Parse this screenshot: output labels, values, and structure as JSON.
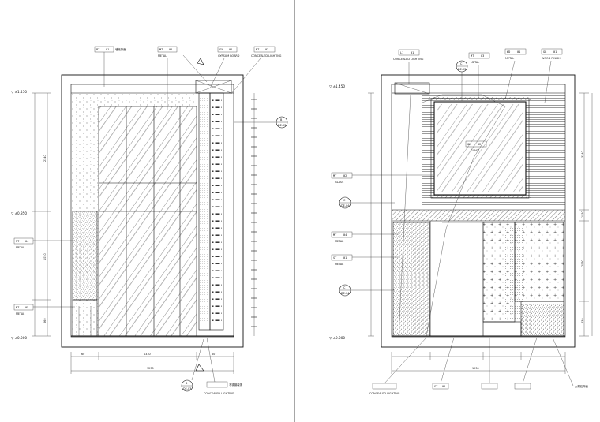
{
  "drawings": {
    "left": {
      "levels": [
        "▽ ±1.450",
        "▽ ±0.850",
        "▽ ±0.000"
      ],
      "dims_vertical": [
        "2340",
        "1050",
        "660"
      ],
      "dims_horizontal_top": [
        "60",
        "1330",
        "60"
      ],
      "dims_horizontal_bottom": [
        "1230"
      ],
      "callouts": [
        "墙纸饰面",
        "METAL",
        "METAL",
        "METAL",
        "GYPSUM BOARD",
        "CONCEALED LIGHTING",
        "CONCEALED LIGHTING"
      ],
      "tags": [
        "PT",
        "01",
        "MT",
        "02",
        "GY",
        "01",
        "MT",
        "03",
        "MT",
        "04",
        "MT",
        "05"
      ],
      "section_marks": [
        {
          "num": "B",
          "sheet": "DE-03"
        },
        {
          "num": "B",
          "sheet": "DE-03"
        }
      ],
      "note": "不锈钢装饰"
    },
    "right": {
      "levels": [
        "▽ ±1.450",
        "▽ ±0.000"
      ],
      "dims_vertical": [
        "3340",
        "1050",
        "2090",
        "430"
      ],
      "dims_horizontal_bottom": [
        "1230"
      ],
      "callouts": [
        "CONCEALED LIGHTING",
        "METAL",
        "METAL",
        "WOOD FINISH",
        "GLASS",
        "GLASS",
        "METAL",
        "METAL",
        "CONCEALED LIGHTING"
      ],
      "tags": [
        "LI",
        "01",
        "MT",
        "03",
        "WD",
        "01",
        "GL",
        "01",
        "GL",
        "02",
        "MT",
        "02",
        "MT",
        "04",
        "ST",
        "01",
        "ST",
        "02"
      ],
      "section_marks": [
        {
          "num": "C",
          "sheet": "DE-03"
        },
        {
          "num": "C",
          "sheet": "DE-04"
        },
        {
          "num": "C",
          "sheet": "DE-04"
        }
      ],
      "note": "大理石饰面"
    }
  }
}
